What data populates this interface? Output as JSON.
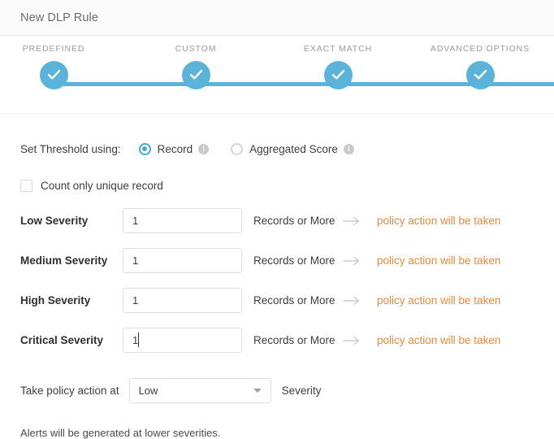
{
  "header": {
    "title": "New DLP Rule"
  },
  "stepper": {
    "steps": [
      {
        "label": "PREDEFINED",
        "state": "complete",
        "icon": "check-icon"
      },
      {
        "label": "CUSTOM",
        "state": "complete",
        "icon": "check-icon"
      },
      {
        "label": "EXACT MATCH",
        "state": "complete",
        "icon": "check-icon"
      },
      {
        "label": "ADVANCED OPTIONS",
        "state": "complete",
        "icon": "check-icon"
      }
    ],
    "accent_color": "#5cb3d9"
  },
  "threshold": {
    "label": "Set Threshold using:",
    "options": [
      {
        "label": "Record",
        "selected": true,
        "info_icon": "info-icon"
      },
      {
        "label": "Aggregated Score",
        "selected": false,
        "info_icon": "info-icon"
      }
    ]
  },
  "unique_record": {
    "label": "Count only unique record",
    "checked": false
  },
  "severity_rows": [
    {
      "label": "Low Severity",
      "value": "1",
      "unit": "Records or More",
      "arrow_icon": "arrow-right-icon",
      "action": "policy action will be taken",
      "focused": false
    },
    {
      "label": "Medium Severity",
      "value": "1",
      "unit": "Records or More",
      "arrow_icon": "arrow-right-icon",
      "action": "policy action will be taken",
      "focused": false
    },
    {
      "label": "High Severity",
      "value": "1",
      "unit": "Records or More",
      "arrow_icon": "arrow-right-icon",
      "action": "policy action will be taken",
      "focused": false
    },
    {
      "label": "Critical Severity",
      "value": "1",
      "unit": "Records or More",
      "arrow_icon": "arrow-right-icon",
      "action": "policy action will be taken",
      "focused": true
    }
  ],
  "policy_action": {
    "prefix": "Take policy action at",
    "selected": "Low",
    "suffix": "Severity",
    "caret_icon": "chevron-down-icon"
  },
  "alerts_note": "Alerts will be generated at lower severities.",
  "colors": {
    "accent": "#5cb3d9",
    "action_orange": "#f0883c",
    "label_gray": "#9a9a9a"
  }
}
